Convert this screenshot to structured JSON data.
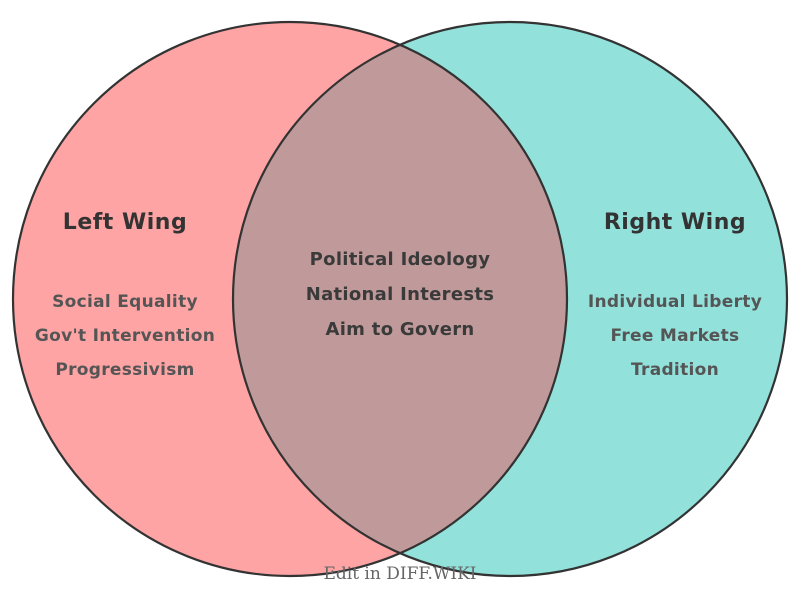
{
  "venn": {
    "left": {
      "title": "Left Wing",
      "items": [
        "Social Equality",
        "Gov't Intervention",
        "Progressivism"
      ]
    },
    "right": {
      "title": "Right Wing",
      "items": [
        "Individual Liberty",
        "Free Markets",
        "Tradition"
      ]
    },
    "center": {
      "items": [
        "Political Ideology",
        "National Interests",
        "Aim to Govern"
      ]
    },
    "caption": "Edit in DIFF.WIKI",
    "colors": {
      "left_fill": "#FFA4A4",
      "right_fill": "#93E1DB",
      "overlap_fill": "#C09A9A",
      "outline": "#333333",
      "title_text": "#333333",
      "item_text": "#555555",
      "caption_text": "#666666"
    }
  }
}
